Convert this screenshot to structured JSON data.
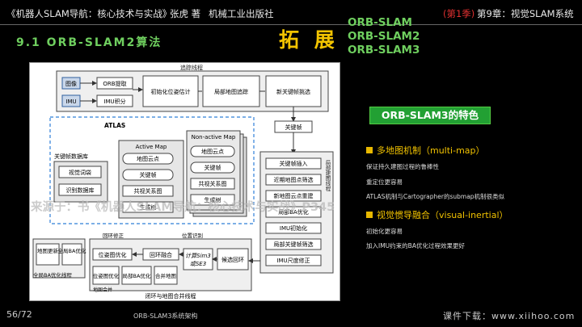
{
  "header": {
    "book": "《机器人SLAM导航：核心技术与实战》",
    "author": "张虎 著",
    "publisher": "机械工业出版社",
    "season": "(第1季)",
    "chapter": "第9章：视觉SLAM系统"
  },
  "slide": {
    "title": "9.1 ORB-SLAM2算法",
    "extend": "拓 展",
    "orb_list": [
      "ORB-SLAM",
      "ORB-SLAM2",
      "ORB-SLAM3"
    ]
  },
  "diagram": {
    "tracking": "追踪线程",
    "image": "图像",
    "imu": "IMU",
    "orb_extract": "ORB提取",
    "imu_integral": "IMU积分",
    "init_pose": "初始化位姿估计",
    "local_map_track": "局部地图追踪",
    "new_kf_select": "新关键帧挑选",
    "atlas": "ATLAS",
    "kf_db": "关键帧数据库",
    "visual_words": "视觉词袋",
    "recog_db": "识别数据库",
    "active_map": "Active Map",
    "map_points": "地图云点",
    "keyframe": "关键帧",
    "covis": "共视关系图",
    "span_tree": "生成树",
    "nonactive_map": "Non-active Map",
    "na_map_points": "地图云点",
    "na_keyframe": "关键帧",
    "na_covis": "共视关系图",
    "na_span": "生成树",
    "kf_label": "关键帧",
    "local_mapping": "局部建图线程",
    "kf_insert": "关键帧插入",
    "recent_filter": "近期地图点筛选",
    "new_points": "新地图云点重建",
    "local_ba": "局部BA优化",
    "imu_init": "IMU初始化",
    "local_kf_filter": "局部关键帧筛选",
    "imu_scale": "IMU尺度修正",
    "map_update": "地图更新",
    "global_ba": "全局BA优化",
    "global_ba_thread": "全局BA优化线程",
    "loop_fix": "回环修正",
    "pose_opt": "位姿图优化",
    "loop_fusion": "回环融合",
    "pose_opt2": "位姿图优化",
    "local_ba2": "局部BA优化",
    "merge_map": "合并地图",
    "map_merge": "地图合并",
    "place_recog": "位置识别",
    "sim3_a": "计算Sim3",
    "sim3_b": "或SE3",
    "candidate_loop": "候选回环",
    "loop_merge_thread": "闭环与地图合并线程"
  },
  "watermark": "来源于：书《机器人SLAM导航：核心技术与实战》P345",
  "features": {
    "badge": "ORB-SLAM3的特色",
    "items": [
      {
        "title": "多地图机制（multi-map）",
        "subs": [
          "保证持久建图过程的鲁棒性",
          "重定位更容易",
          "ATLAS机制与Cartographer的submap机制很类似"
        ]
      },
      {
        "title": "视觉惯导融合（visual-inertial）",
        "subs": [
          "初始化更容易",
          "加入IMU约束的BA优化过程效果更好"
        ]
      }
    ]
  },
  "footer": {
    "page": "56/72",
    "caption": "ORB-SLAM3系统架构",
    "download": "课件下载：www.xiihoo.com"
  },
  "colors": {
    "accent_green": "#6fcf5f",
    "accent_yellow": "#f2c300",
    "season_red": "#e03030",
    "badge_green": "#22a033",
    "diagram_blue": "#2f7fd8"
  }
}
